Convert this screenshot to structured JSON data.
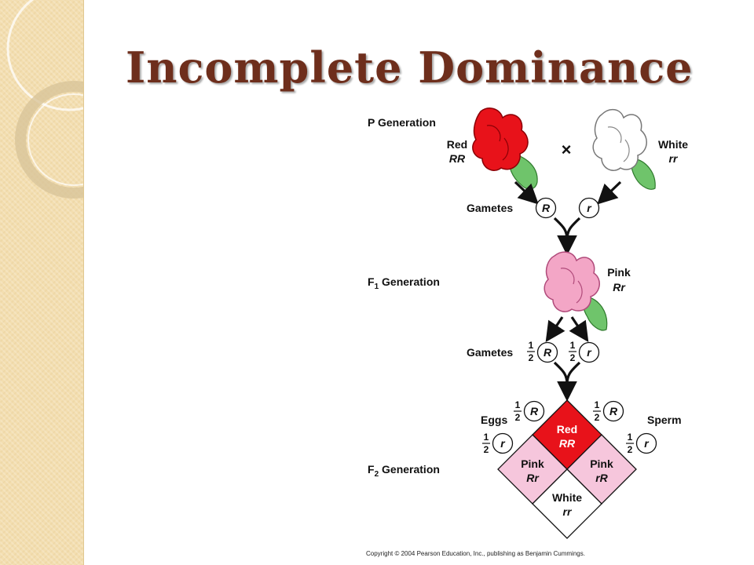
{
  "title": "Incomplete Dominance",
  "colors": {
    "red": "#e8121a",
    "pink": "#f6c6dc",
    "white": "#ffffff",
    "title": "#6e2e1c",
    "sidebar": "#f3deb0",
    "stem": "#6fc46b"
  },
  "generations": {
    "p": "P Generation",
    "f1_prefix": "F",
    "f1_sub": "1",
    "f1_suffix": " Generation",
    "f2_prefix": "F",
    "f2_sub": "2",
    "f2_suffix": " Generation"
  },
  "parents": {
    "red": {
      "name": "Red",
      "genotype": "RR"
    },
    "white": {
      "name": "White",
      "genotype": "rr"
    },
    "cross": "×"
  },
  "gametes_label": "Gametes",
  "alleles": {
    "dominant": "R",
    "recessive": "r"
  },
  "fraction": {
    "num": "1",
    "den": "2"
  },
  "f1": {
    "name": "Pink",
    "genotype": "Rr"
  },
  "punnett": {
    "eggs": "Eggs",
    "sperm": "Sperm",
    "cells": [
      {
        "name": "Red",
        "genotype": "RR"
      },
      {
        "name": "Pink",
        "genotype": "Rr"
      },
      {
        "name": "Pink",
        "genotype": "rR"
      },
      {
        "name": "White",
        "genotype": "rr"
      }
    ]
  },
  "copyright": "Copyright © 2004 Pearson Education, Inc., publishing as Benjamin Cummings."
}
